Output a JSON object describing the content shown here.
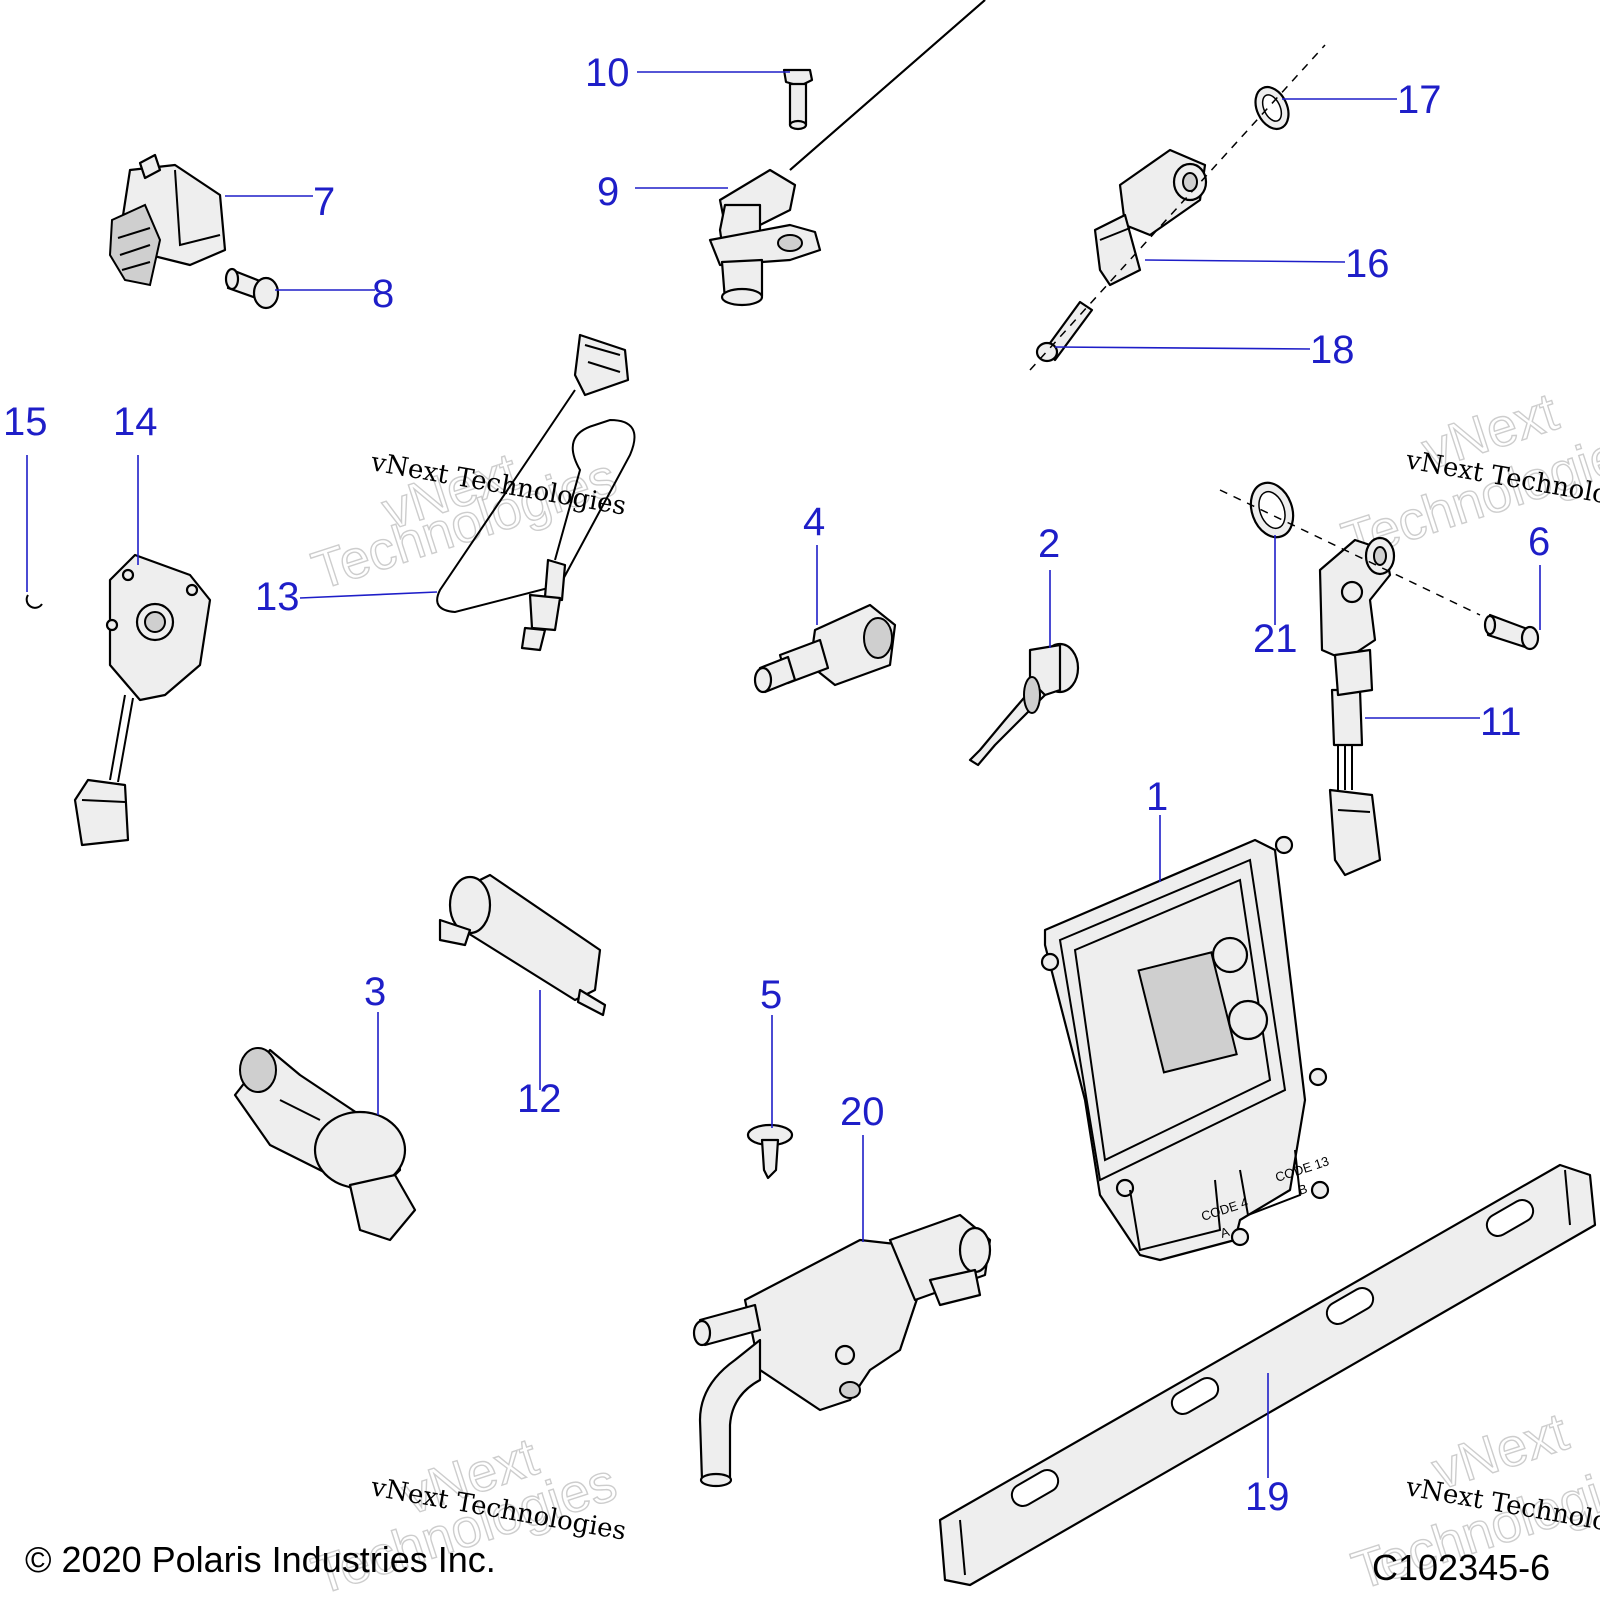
{
  "callouts": [
    "1",
    "2",
    "3",
    "4",
    "5",
    "6",
    "7",
    "8",
    "9",
    "10",
    "11",
    "12",
    "13",
    "14",
    "15",
    "16",
    "17",
    "18",
    "19",
    "20",
    "21"
  ],
  "footer": {
    "copyright": "© 2020 Polaris Industries Inc.",
    "drawing_number": "C102345-6"
  },
  "ecu_labels": {
    "code_a": "CODE 4",
    "code_a_sub": "A",
    "code_b": "CODE 13",
    "code_b_sub": "B"
  },
  "watermark": {
    "line": "vNext Technologies",
    "word1": "vNext",
    "word2": "Technologies"
  },
  "colors": {
    "callout": "#1e1ec8",
    "line_art": "#000000",
    "part_fill": "#eeeeee"
  }
}
